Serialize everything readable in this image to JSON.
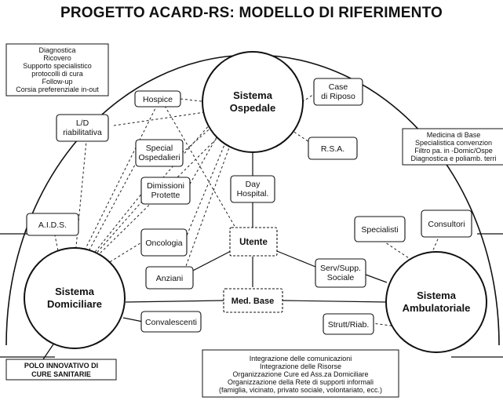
{
  "title": "PROGETTO ACARD-RS: MODELLO DI RIFERIMENTO",
  "nodes": {
    "ospedale": [
      "Sistema",
      "Ospedale"
    ],
    "domiciliare": [
      "Sistema",
      "Domiciliare"
    ],
    "ambulatoriale": [
      "Sistema",
      "Ambulatoriale"
    ],
    "hospice": "Hospice",
    "case_riposo": [
      "Case",
      "di Riposo"
    ],
    "ld": [
      "L/D",
      "riabilitativa"
    ],
    "special_ospedalieri": [
      "Special",
      "Ospedalieri"
    ],
    "dimissioni": [
      "Dimissioni",
      "Protette"
    ],
    "day_hospital": [
      "Day",
      "Hospital."
    ],
    "rsa": "R.S.A.",
    "aids": "A.I.D.S.",
    "oncologia": "Oncologia",
    "utente": "Utente",
    "anziani": "Anziani",
    "med_base": "Med. Base",
    "convalescenti": "Convalescenti",
    "specialisti": "Specialisti",
    "consultori": "Consultori",
    "serv_supp": [
      "Serv/Supp.",
      "Sociale"
    ],
    "strutt": "Strutt/Riab."
  },
  "boxes": {
    "top_left": [
      "Diagnostica",
      "Ricovero",
      "Supporto specialistico",
      "protocolli di cura",
      "Follow-up",
      "Corsia preferenziale in-out"
    ],
    "right": [
      "Medicina di Base",
      "Specialistica convenzion",
      "Filtro pa. in -Domic/Ospe",
      "Diagnostica e poliamb. terri"
    ],
    "bottom_left": [
      "POLO INNOVATIVO DI",
      "CURE SANITARIE"
    ],
    "bottom_center": [
      "Integrazione delle comunicazioni",
      "Integrazione delle Risorse",
      "Organizzazione Cure ed Ass.za Domiciliare",
      "Organizzazione della Rete di supporti informali",
      "(famiglia, vicinato, privato sociale, volontariato, ecc.)"
    ]
  }
}
